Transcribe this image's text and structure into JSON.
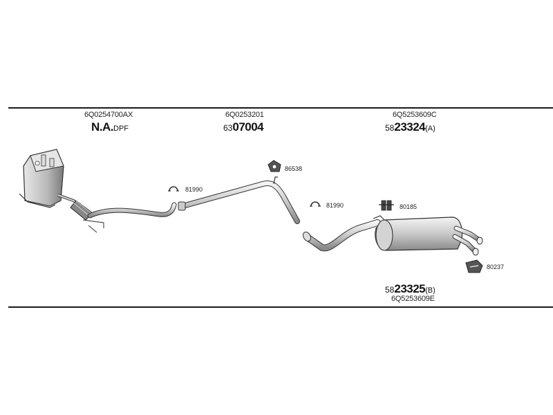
{
  "groups": [
    {
      "oem": "6Q0254700AX",
      "prefix": "N.A.",
      "suffix": "DPF"
    },
    {
      "oem": "6Q0253201",
      "prefix": "63",
      "number": "07004"
    },
    {
      "oem": "6Q5253609C",
      "prefix": "58",
      "number": "23324",
      "suffix": "(A)"
    },
    {
      "oem": "6Q5253609E",
      "prefix": "58",
      "number": "23325",
      "suffix": "(B)"
    }
  ],
  "hardware": [
    {
      "code": "81990"
    },
    {
      "code": "86538"
    },
    {
      "code": "81990"
    },
    {
      "code": "80185"
    },
    {
      "code": "80237"
    }
  ]
}
